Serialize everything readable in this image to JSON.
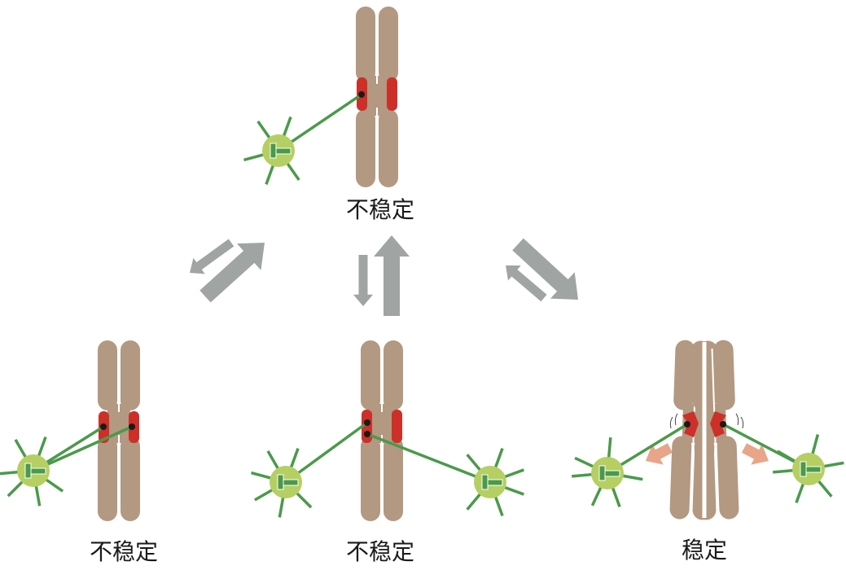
{
  "colors": {
    "chromosome": "#b39882",
    "kinetochore": "#cd3028",
    "fiber": "#4a9a4a",
    "centrosome": "#b5cf63",
    "arrow": "#a0a4a2",
    "pull_arrow": "#e8a58a"
  },
  "states": [
    {
      "id": "top",
      "label": "不稳定"
    },
    {
      "id": "bottom-left",
      "label": "不稳定"
    },
    {
      "id": "bottom-middle",
      "label": "不稳定"
    },
    {
      "id": "bottom-right",
      "label": "稳定"
    }
  ]
}
